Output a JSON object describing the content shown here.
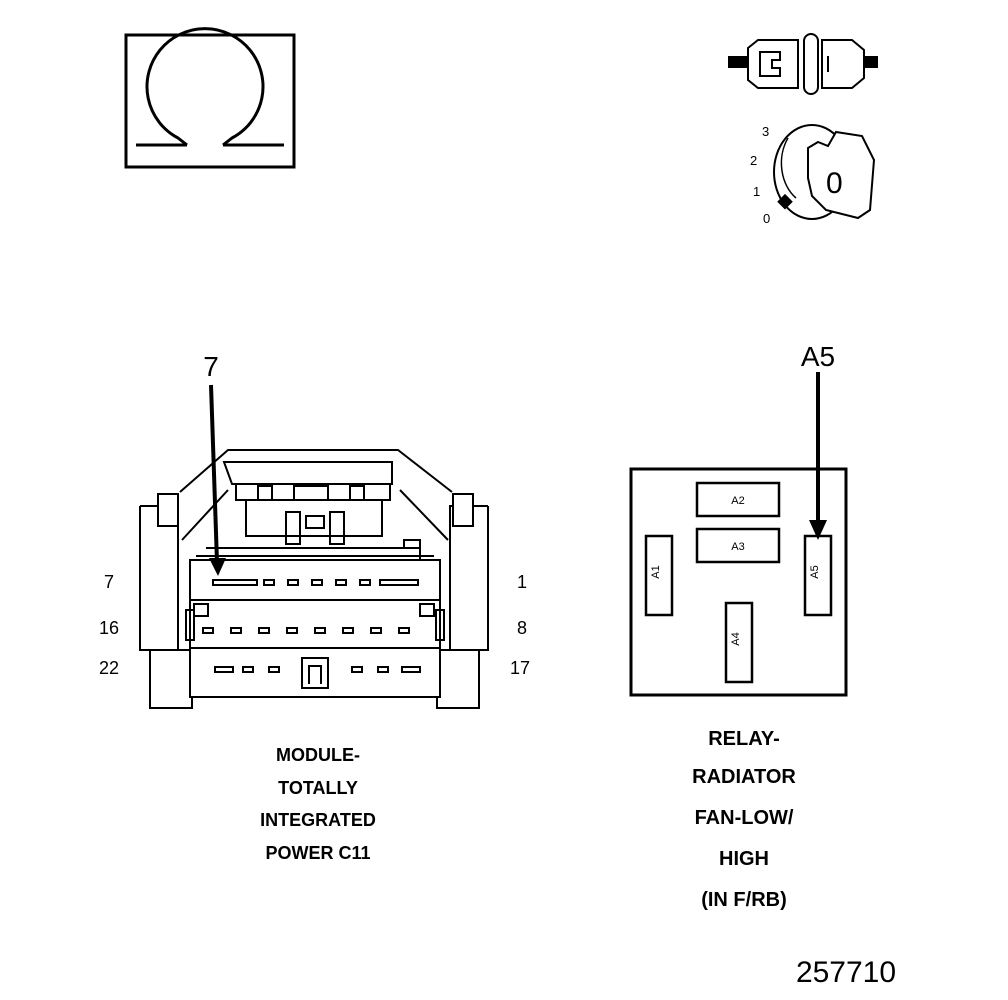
{
  "ohm_symbol": "Ω",
  "ignition_switch": {
    "positions": [
      "3",
      "2",
      "1",
      "0"
    ],
    "key_label": "0"
  },
  "module_connector": {
    "callout": "7",
    "pin_labels_left": [
      "7",
      "16",
      "22"
    ],
    "pin_labels_right": [
      "1",
      "8",
      "17"
    ],
    "caption_lines": [
      "MODULE-",
      "TOTALLY",
      "INTEGRATED",
      "POWER C11"
    ]
  },
  "relay": {
    "callout": "A5",
    "cavities": [
      "A2",
      "A3",
      "A1",
      "A5",
      "A4"
    ],
    "caption_lines": [
      "RELAY-",
      "RADIATOR",
      "FAN-LOW/",
      "HIGH",
      "(IN F/RB)"
    ]
  },
  "figure_number": "257710"
}
